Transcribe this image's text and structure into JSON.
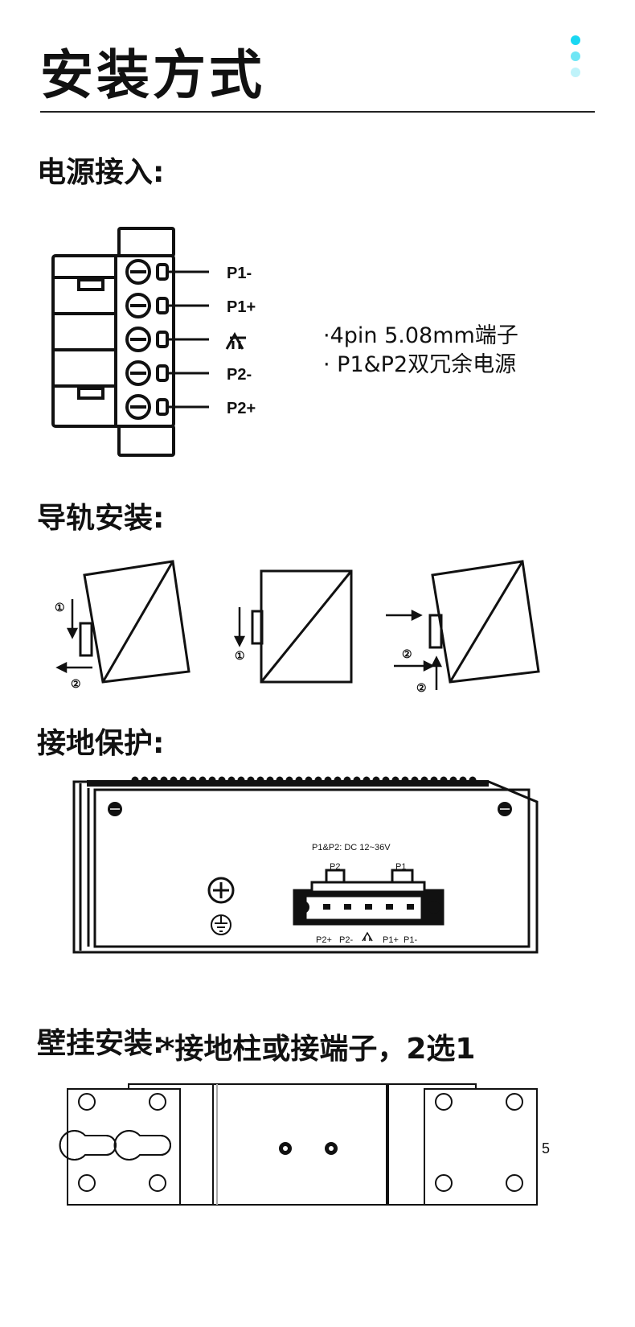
{
  "page": {
    "title": "安装方式"
  },
  "sections": {
    "power": "电源接入:",
    "din_rail": "导轨安装:",
    "grounding": "接地保护:",
    "wall_mount": "壁挂安装:"
  },
  "power": {
    "terminal_labels": [
      "P1-",
      "P1+",
      "P2-",
      "P2+"
    ],
    "bullets": [
      "·4pin 5.08mm端子",
      "· P1&P2双冗余电源"
    ]
  },
  "din_rail": {
    "steps": [
      "①",
      "②"
    ]
  },
  "grounding": {
    "panel_label": "P1&P2:  DC 12~36V",
    "connector_top_labels": [
      "P2",
      "P1"
    ],
    "connector_bottom_labels": [
      "P2+",
      "P2-",
      "P1+",
      "P1-"
    ],
    "note": "*接地柱或接端子，2选1"
  },
  "wall_mount": {
    "edge_glyph": "5"
  }
}
